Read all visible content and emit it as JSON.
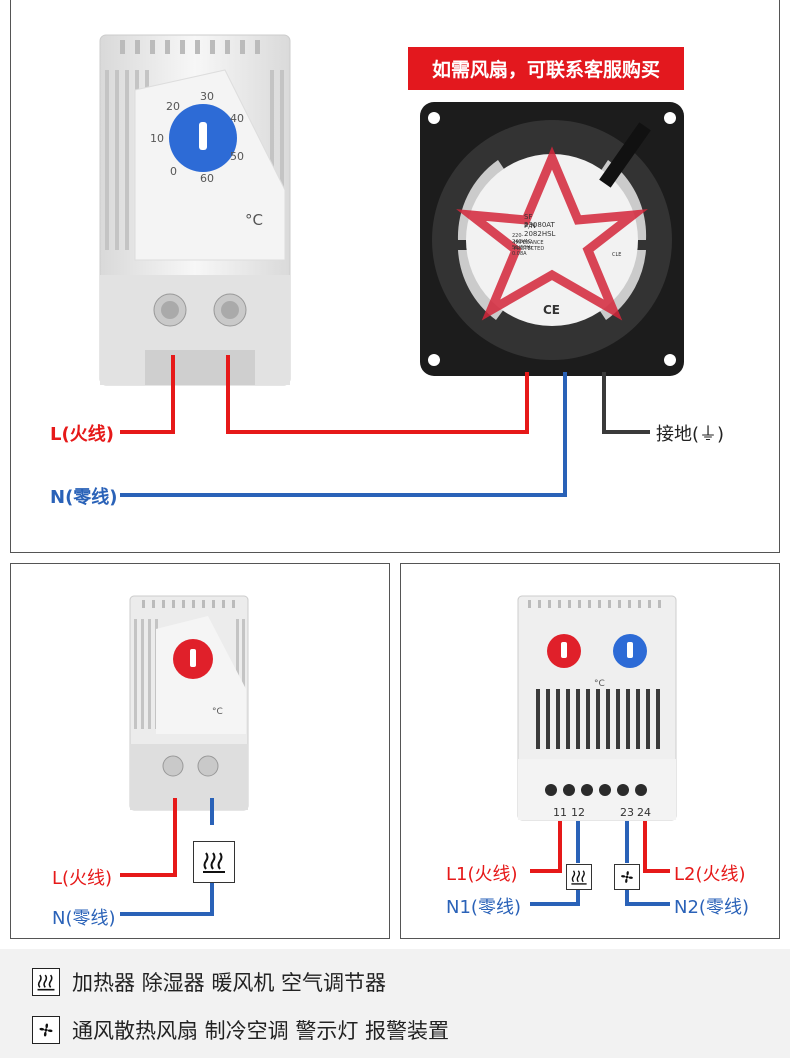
{
  "banner": "如需风扇，可联系客服购买",
  "top": {
    "dial_numbers": [
      "20",
      "30",
      "40",
      "50",
      "60",
      "0",
      "10"
    ],
    "unit": "°C",
    "label_l": "L(火线)",
    "label_n": "N(零线)",
    "label_ground": "接地(⏚)",
    "fan_text": [
      "SF 23080AT",
      "P/N 2082HSL",
      "220-240VAC 50/60Hz 0.08A",
      "IMPEDANCE PROTECTED",
      "CLE",
      "CE"
    ]
  },
  "left_panel": {
    "label_l": "L(火线)",
    "label_n": "N(零线)",
    "unit": "°C"
  },
  "right_panel": {
    "terminals": [
      "11",
      "12",
      "23",
      "24"
    ],
    "label_l1": "L1(火线)",
    "label_n1": "N1(零线)",
    "label_l2": "L2(火线)",
    "label_n2": "N2(零线)",
    "unit": "°C"
  },
  "legend": {
    "heater_text": "加热器 除湿器 暖风机 空气调节器",
    "fan_text": "通风散热风扇 制冷空调 警示灯 报警装置"
  },
  "colors": {
    "red": "#e61919",
    "blue": "#2a62b8",
    "dial_blue": "#2d6bd6",
    "dial_red": "#e0202a"
  }
}
